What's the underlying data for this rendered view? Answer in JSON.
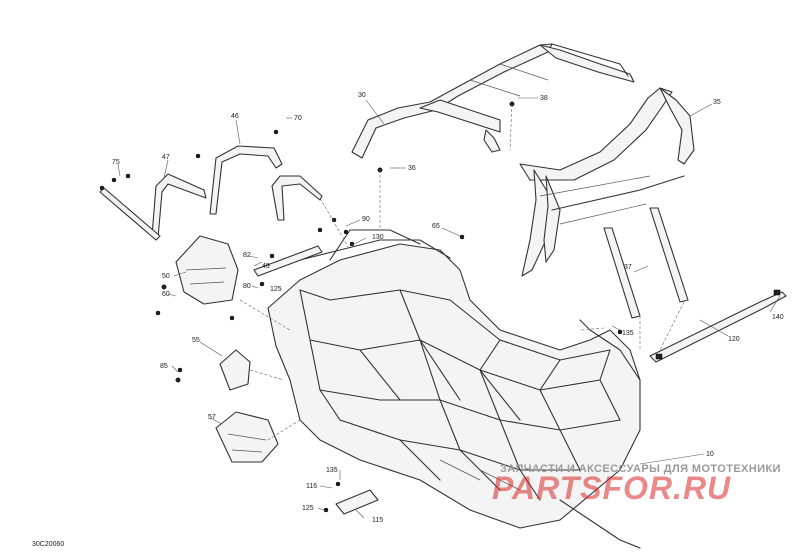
{
  "diagram": {
    "reference_code": "30C20060",
    "callouts": [
      {
        "id": "c10",
        "label": "10"
      },
      {
        "id": "c30",
        "label": "30"
      },
      {
        "id": "c35",
        "label": "35"
      },
      {
        "id": "c36",
        "label": "36"
      },
      {
        "id": "c37",
        "label": "37"
      },
      {
        "id": "c38",
        "label": "38"
      },
      {
        "id": "c46",
        "label": "46"
      },
      {
        "id": "c47",
        "label": "47"
      },
      {
        "id": "c49",
        "label": "49"
      },
      {
        "id": "c50",
        "label": "50"
      },
      {
        "id": "c55",
        "label": "55"
      },
      {
        "id": "c57",
        "label": "57"
      },
      {
        "id": "c60",
        "label": "60"
      },
      {
        "id": "c65",
        "label": "65"
      },
      {
        "id": "c70",
        "label": "70"
      },
      {
        "id": "c75",
        "label": "75"
      },
      {
        "id": "c80",
        "label": "80"
      },
      {
        "id": "c82",
        "label": "82"
      },
      {
        "id": "c85",
        "label": "85"
      },
      {
        "id": "c90",
        "label": "90"
      },
      {
        "id": "c115",
        "label": "115"
      },
      {
        "id": "c116",
        "label": "116"
      },
      {
        "id": "c120",
        "label": "120"
      },
      {
        "id": "c125a",
        "label": "125"
      },
      {
        "id": "c125b",
        "label": "125"
      },
      {
        "id": "c130",
        "label": "130"
      },
      {
        "id": "c135a",
        "label": "135"
      },
      {
        "id": "c135b",
        "label": "135"
      },
      {
        "id": "c140",
        "label": "140"
      }
    ]
  },
  "watermark": {
    "tagline": "ЗАПЧАСТИ И АКСЕССУАРЫ ДЛЯ МОТОТЕХНИКИ",
    "brand": "PARTSFOR.RU",
    "color": "#d72828"
  }
}
